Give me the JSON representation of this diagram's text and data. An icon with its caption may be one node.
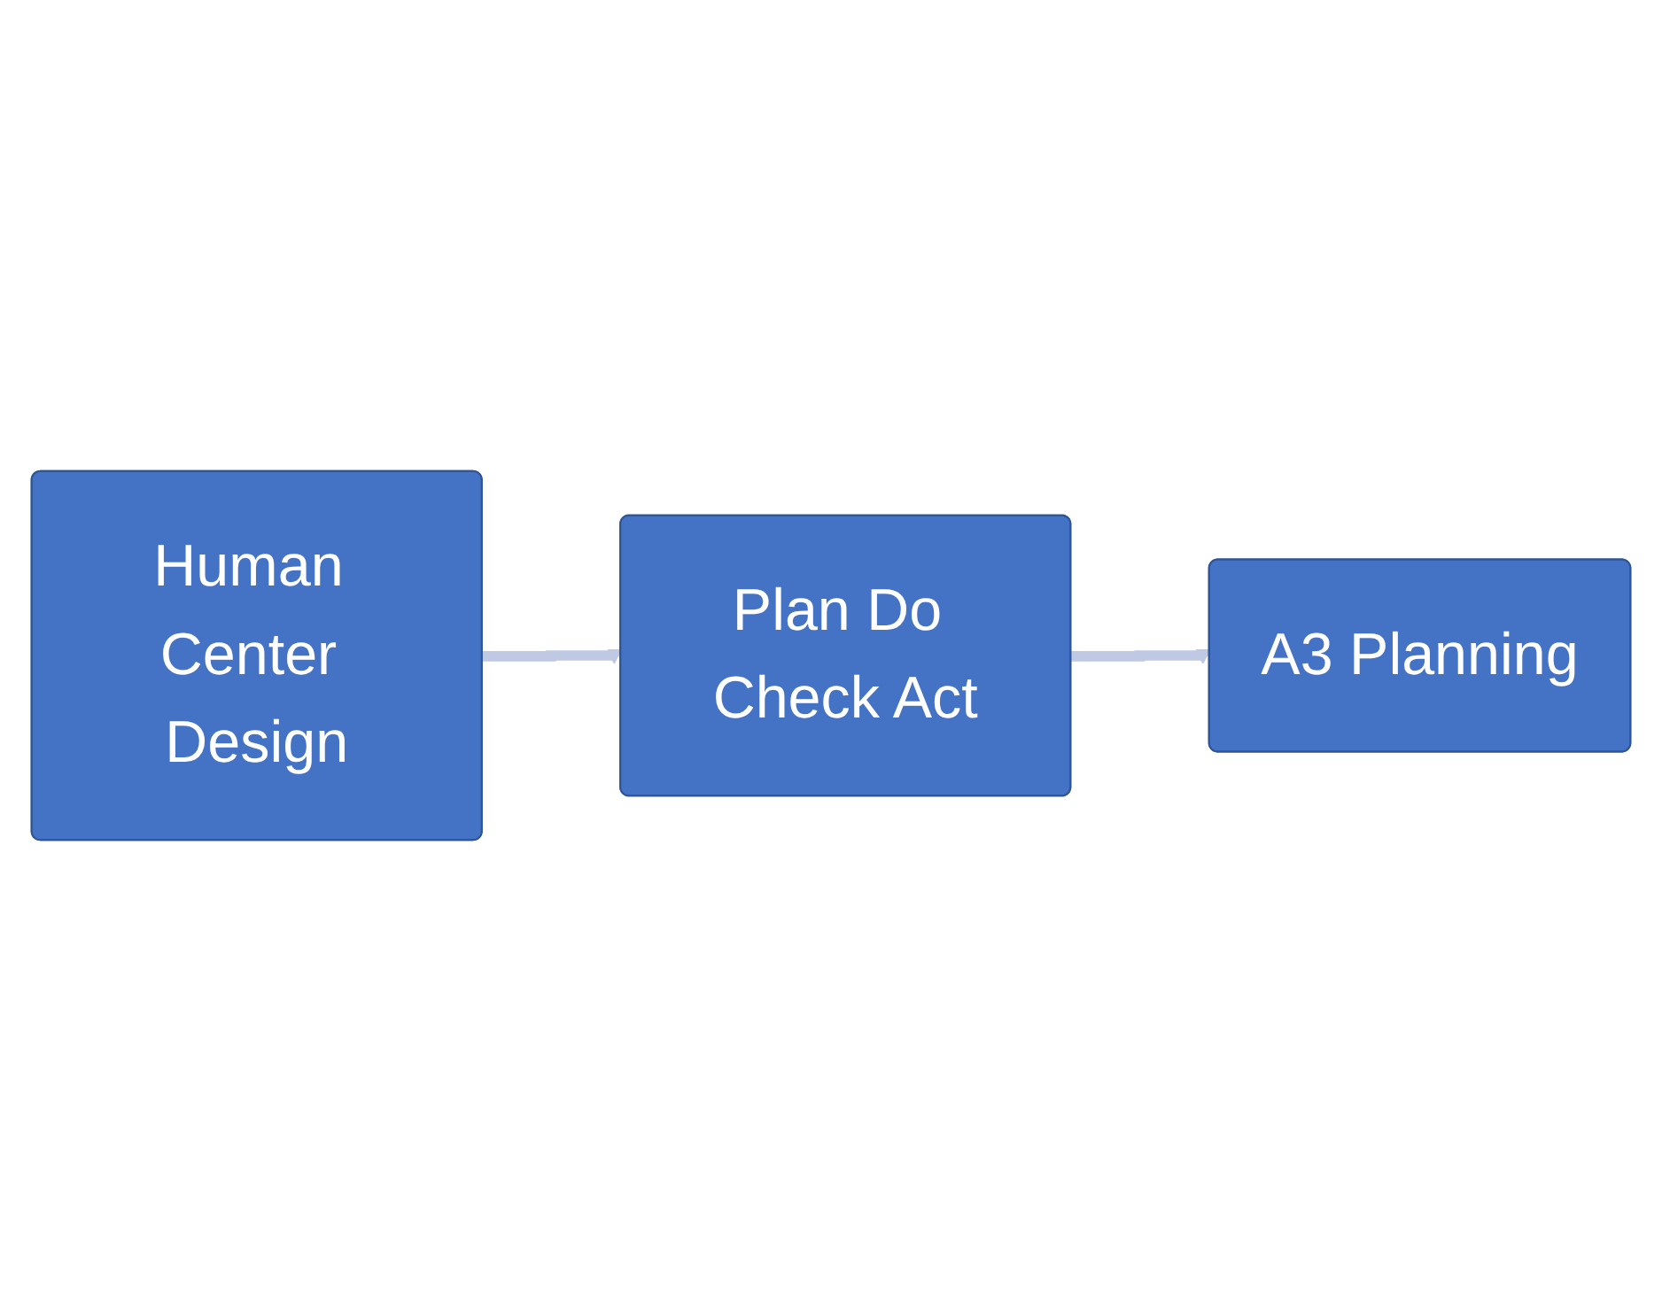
{
  "diagram": {
    "nodes": [
      {
        "text": [
          "Human Center Design"
        ]
      },
      {
        "text": [
          "Plan Do Check Act"
        ]
      },
      {
        "text": [
          "A3 Planning"
        ]
      }
    ],
    "edges": [
      {
        "from": 0,
        "to": 1,
        "arrow": "to"
      },
      {
        "from": 1,
        "to": 2,
        "arrow": "to"
      }
    ]
  }
}
